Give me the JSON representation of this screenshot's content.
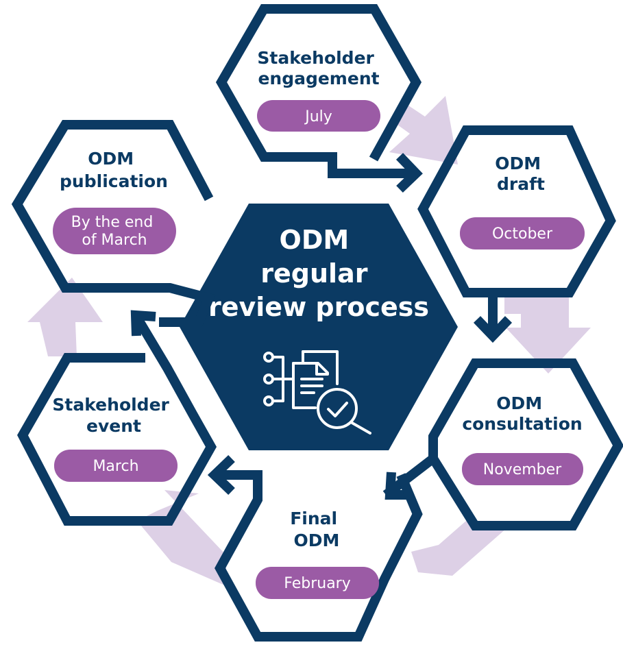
{
  "colors": {
    "navy": "#0b3a63",
    "purple": "#9b5ba5",
    "lavender": "#ddd0e6",
    "white": "#ffffff"
  },
  "center": {
    "title_lines": [
      "ODM",
      "regular",
      "review process"
    ],
    "icon": "document-review-magnifier-icon"
  },
  "steps": [
    {
      "id": "stakeholder-engagement",
      "title_lines": [
        "Stakeholder",
        "engagement"
      ],
      "date_lines": [
        "July"
      ]
    },
    {
      "id": "odm-draft",
      "title_lines": [
        "ODM",
        "draft"
      ],
      "date_lines": [
        "October"
      ]
    },
    {
      "id": "odm-consultation",
      "title_lines": [
        "ODM",
        "consultation"
      ],
      "date_lines": [
        "November"
      ]
    },
    {
      "id": "final-odm",
      "title_lines": [
        "Final",
        "ODM"
      ],
      "date_lines": [
        "February"
      ]
    },
    {
      "id": "stakeholder-event",
      "title_lines": [
        "Stakeholder",
        "event"
      ],
      "date_lines": [
        "March"
      ]
    },
    {
      "id": "odm-publication",
      "title_lines": [
        "ODM",
        "publication"
      ],
      "date_lines": [
        "By the end",
        "of March"
      ]
    }
  ]
}
